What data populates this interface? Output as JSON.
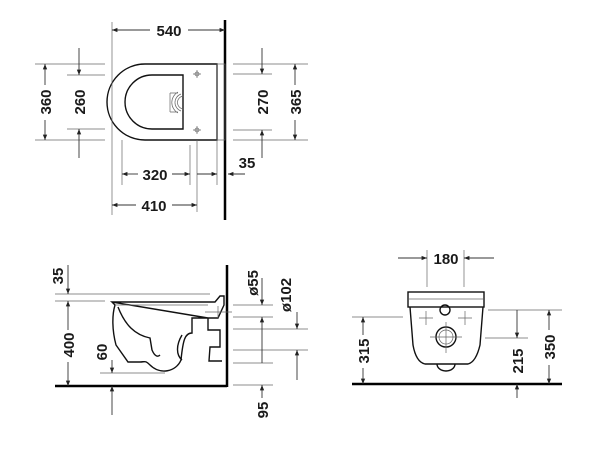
{
  "title": "Wall-mounted toilet dimension drawing",
  "top_view": {
    "width_overall": "540",
    "seat_width": "360",
    "inner_width": "260",
    "fixing_spacing": "270",
    "back_width": "365",
    "bowl_to_fixing": "320",
    "wall_offset": "35",
    "fixing_depth": "410"
  },
  "side_view": {
    "seat_thickness": "35",
    "seat_height": "400",
    "waterline": "60",
    "inlet_diameter": "ø55",
    "outlet_diameter": "ø102",
    "outlet_height": "95"
  },
  "front_view": {
    "fixing_spacing": "180",
    "inlet_height_low": "315",
    "outlet_height": "215",
    "inlet_height_high": "350"
  }
}
